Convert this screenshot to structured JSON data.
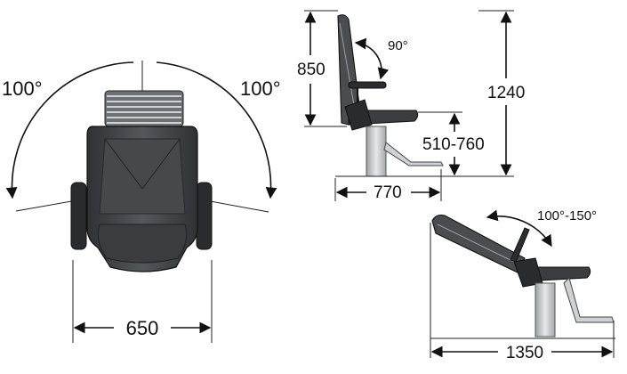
{
  "labels": {
    "angle_left": "100°",
    "angle_right": "100°",
    "width_front": "650",
    "height_back": "850",
    "backrest_angle": "90°",
    "total_height": "1240",
    "seat_height": "510-760",
    "depth_side": "770",
    "recline_angle": "100°-150°",
    "length_reclined": "1350"
  },
  "colors": {
    "seat_dark": "#3b3d40",
    "seat_mid": "#55585c",
    "seat_light": "#8a8d91",
    "headrest": "#6c6f73",
    "column": "#c9ccd0",
    "ink": "#111111"
  }
}
